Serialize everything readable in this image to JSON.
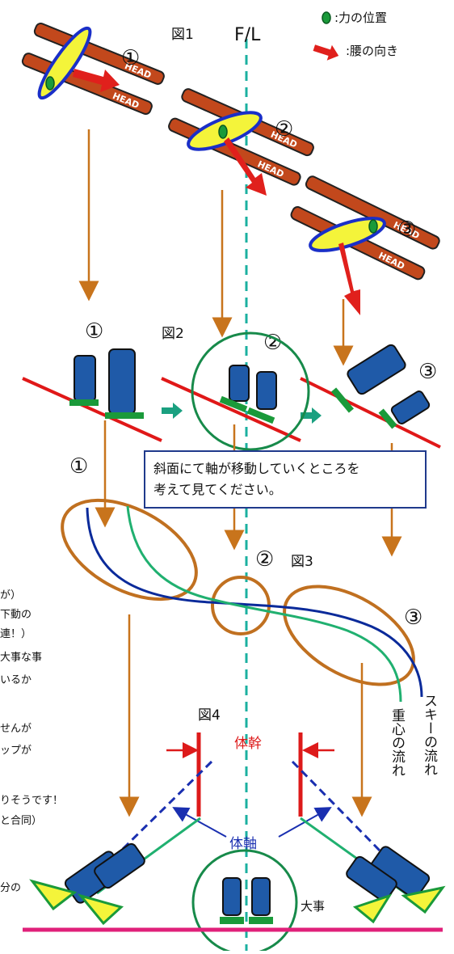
{
  "figure_labels": {
    "fig1": "図1",
    "fig2": "図2",
    "fig3": "図3",
    "fig4": "図4",
    "fall_line": "F/L"
  },
  "legend": {
    "force_position": ":力の位置",
    "hip_direction": ":腰の向き"
  },
  "step_numbers": {
    "one": "①",
    "two": "②",
    "three": "③"
  },
  "ski_brand": "HEAD",
  "note_box": {
    "line1": "斜面にて軸が移動していくところを",
    "line2": "考えて見てください。"
  },
  "fig3_labels": {
    "ski_flow": "スキーの流れ",
    "cog_flow": "重心の流れ"
  },
  "fig4_labels": {
    "trunk": "体幹",
    "body_axis": "体軸",
    "important": "大事"
  },
  "left_fragments": [
    "が）",
    "下動の",
    "連！）",
    "大事な事",
    "いるか",
    "せんが",
    "ップが",
    "りそうです！",
    "と合同）",
    "分の"
  ],
  "colors": {
    "fall_line": "#1bb0a0",
    "arrow_brown": "#c8741c",
    "hip_red": "#e0201c",
    "slope_red": "#e01818",
    "ellipse_blue": "#1a2fc8",
    "ellipse_yellow": "#f4f43a",
    "force_green": "#1a9a3a",
    "boot_blue": "#1f5aa8",
    "ski_orange": "#c2481c",
    "flow_blue": "#0a2a9a",
    "flow_green": "#20b070",
    "ellipse_brown": "#c07020",
    "circle_green": "#178a4a",
    "trunk_red": "#dd1a1a",
    "axis_blue": "#1a2fb0",
    "ground_pink": "#e0207a"
  }
}
